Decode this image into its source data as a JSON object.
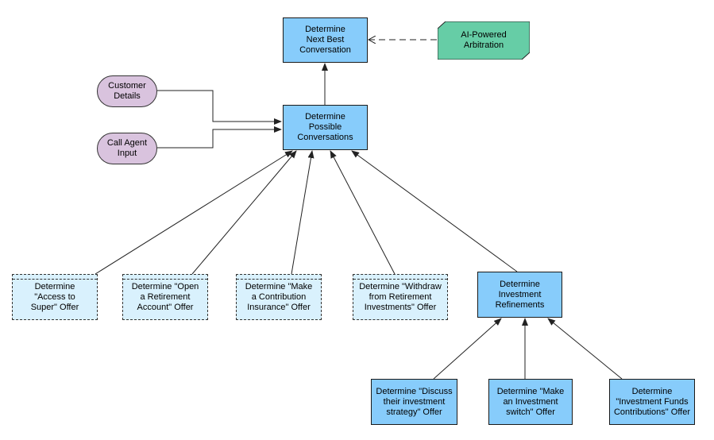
{
  "diagram": {
    "nodes": {
      "next_best": "Determine\nNext Best\nConversation",
      "ai_arbitration": "AI-Powered\nArbitration",
      "customer_details": "Customer\nDetails",
      "call_agent_input": "Call Agent\nInput",
      "possible_conversations": "Determine\nPossible\nConversations",
      "offer_super": "Determine\n\"Access to\nSuper\" Offer",
      "offer_retirement_account": "Determine \"Open\na Retirement\nAccount\" Offer",
      "offer_contribution_insurance": "Determine \"Make\na Contribution\nInsurance\" Offer",
      "offer_withdraw": "Determine \"Withdraw\nfrom Retirement\nInvestments\" Offer",
      "investment_refinements": "Determine\nInvestment\nRefinements",
      "offer_discuss_strategy": "Determine \"Discuss\ntheir investment\nstrategy\" Offer",
      "offer_investment_switch": "Determine \"Make\nan Investment\nswitch\" Offer",
      "offer_fund_contributions": "Determine\n\"Investment Funds\nContributions\" Offer"
    },
    "colors": {
      "decision": "#87ccfb",
      "offer": "#d9f1fd",
      "input": "#d9c3de",
      "knowledge": "#66cda6"
    }
  }
}
